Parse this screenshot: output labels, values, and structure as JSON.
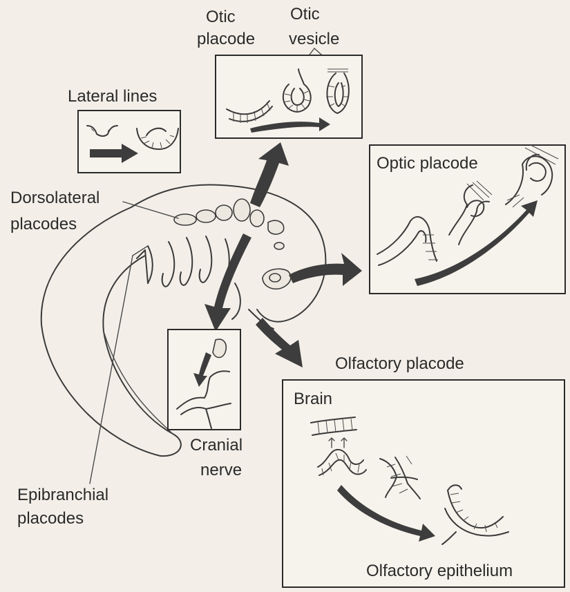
{
  "labels": {
    "otic_placode": [
      "Otic",
      "placode"
    ],
    "otic_vesicle": [
      "Otic",
      "vesicle"
    ],
    "lateral_lines": "Lateral lines",
    "optic_placode": "Optic placode",
    "dorsolateral_placodes": [
      "Dorsolateral",
      "placodes"
    ],
    "olfactory_placode": "Olfactory placode",
    "brain": "Brain",
    "cranial_nerve": [
      "Cranial",
      "nerve"
    ],
    "epibranchial_placodes": [
      "Epibranchial",
      "placodes"
    ],
    "olfactory_epithelium": "Olfactory epithelium"
  }
}
